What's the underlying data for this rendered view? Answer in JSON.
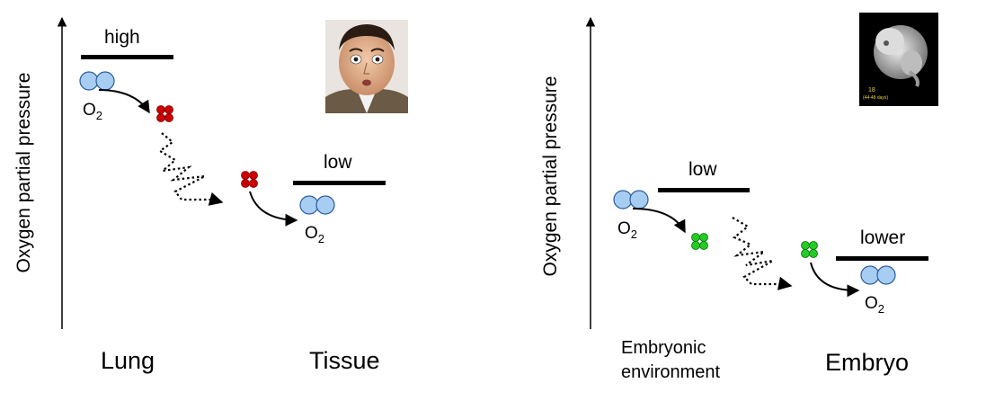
{
  "left_panel": {
    "y_axis_label": "Oxygen partial pressure",
    "high_level_label": "high",
    "low_level_label": "low",
    "o2_label_source": "O",
    "o2_label_dest": "O",
    "o2_subscript": "2",
    "category_left": "Lung",
    "category_right": "Tissue",
    "hemoglobin_color": "#cc0000",
    "photo_icon": "person-face-photo-icon"
  },
  "right_panel": {
    "y_axis_label": "Oxygen partial pressure",
    "low_level_label": "low",
    "lower_level_label": "lower",
    "o2_label_source": "O",
    "o2_label_dest": "O",
    "o2_subscript": "2",
    "category_left_line1": "Embryonic",
    "category_left_line2": "environment",
    "category_right": "Embryo",
    "hemoglobin_color": "#22cc22",
    "photo_icon": "embryo-photo-icon",
    "photo_caption_number": "18",
    "photo_caption_days": "(44-48 days)"
  },
  "colors": {
    "o2_fill": "#a8cdf2",
    "o2_stroke": "#2a5d9a",
    "line": "#000000"
  }
}
